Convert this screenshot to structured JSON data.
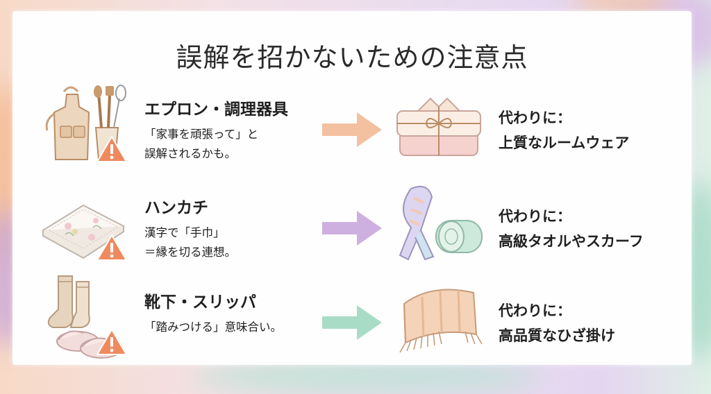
{
  "title": "誤解を招かないための注意点",
  "rows": [
    {
      "item": "エプロン・調理器具",
      "desc_line1": "「家事を頑張って」と",
      "desc_line2": "誤解されるかも。",
      "alt_lead": "代わりに：",
      "alt_text": "上質なルームウェア",
      "arrow_color": "#f3c19f"
    },
    {
      "item": "ハンカチ",
      "desc_line1": "漢字で「手巾」",
      "desc_line2": "＝縁を切る連想。",
      "alt_lead": "代わりに：",
      "alt_text": "高級タオルやスカーフ",
      "arrow_color": "#cdb0e0"
    },
    {
      "item": "靴下・スリッパ",
      "desc_line1": "「踏みつける」意味合い。",
      "desc_line2": "",
      "alt_lead": "代わりに：",
      "alt_text": "高品質なひざ掛け",
      "arrow_color": "#a9dcc6"
    }
  ],
  "icons": {
    "apron": "apron-icon",
    "handkerchief": "handkerchief-icon",
    "socks": "socks-slippers-icon",
    "warning": "warning-icon",
    "loungewear": "loungewear-icon",
    "scarf_towel": "scarf-towel-icon",
    "blanket": "blanket-icon"
  },
  "colors": {
    "warning": "#ef8a5e",
    "text": "#1f1f1f"
  }
}
